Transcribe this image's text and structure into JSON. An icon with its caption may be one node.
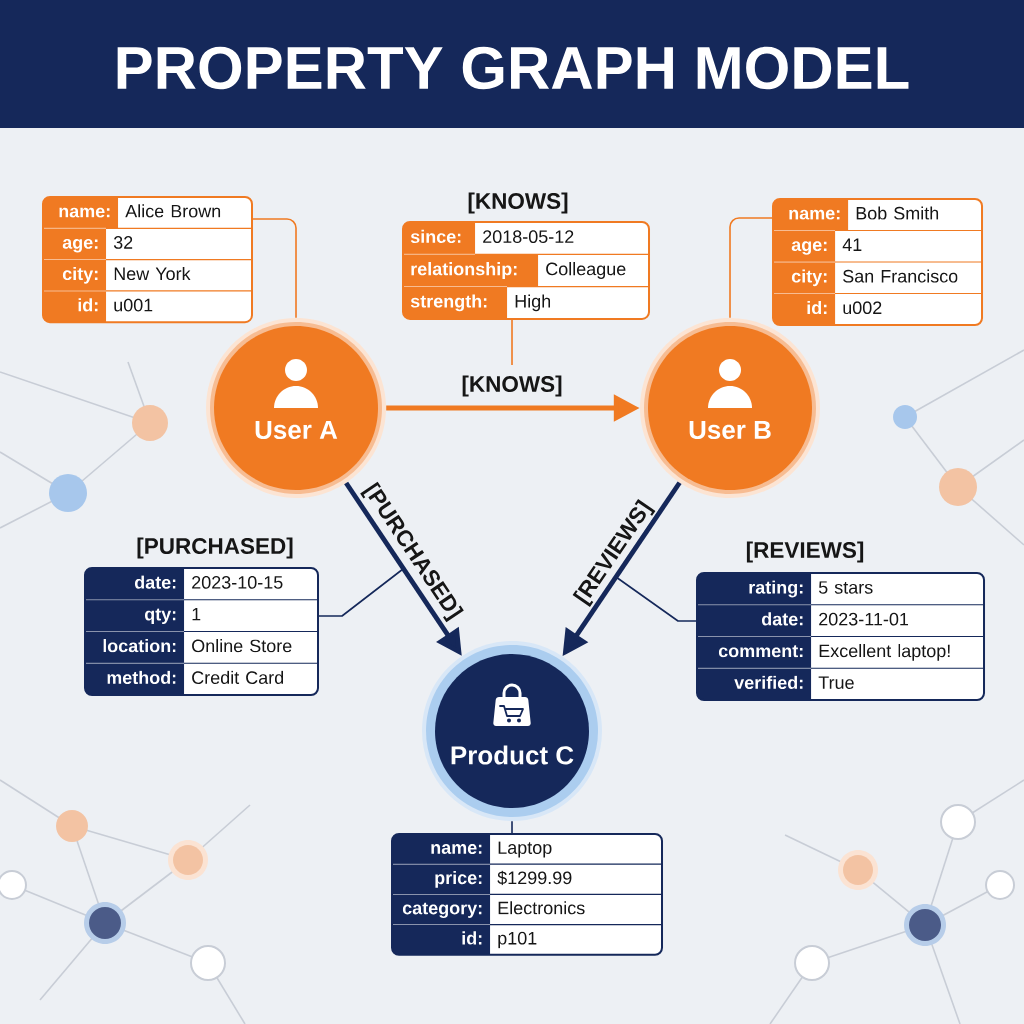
{
  "diagram": {
    "title": "PROPERTY GRAPH MODEL",
    "nodes": [
      {
        "text": [
          "name:",
          "Alice Brown",
          "age:",
          "32",
          "city:",
          "New York",
          "id:",
          "u001"
        ]
      },
      {
        "text": [
          "[KNOWS]",
          "since:",
          "2018-05-12",
          "relationship:",
          "Colleague",
          "strength:",
          "High"
        ]
      },
      {
        "text": [
          "name:",
          "Bob Smith",
          "age:",
          "41",
          "city:",
          "San Francisco",
          "id:",
          "u002"
        ]
      },
      {
        "text": [
          "User A"
        ]
      },
      {
        "text": [
          "User B"
        ]
      },
      {
        "text": [
          "[PURCHASED]",
          "date:",
          "2023-10-15",
          "qty:",
          "1",
          "location:",
          "Online Store",
          "method:",
          "Credit Card"
        ]
      },
      {
        "text": [
          "[REVIEWS]",
          "rating:",
          "5 stars",
          "date:",
          "2023-11-01",
          "comment:",
          "Excellent laptop!",
          "verified:",
          "True"
        ]
      },
      {
        "text": [
          "Product C"
        ]
      },
      {
        "text": [
          "name:",
          "Laptop",
          "price:",
          "$1299.99",
          "category:",
          "Electronics",
          "id:",
          "p101"
        ]
      }
    ],
    "edges": [
      {
        "from": 3,
        "to": 4,
        "arrow": "to",
        "label": "[KNOWS]",
        "style": "thick",
        "color": "#f07a22"
      },
      {
        "from": 3,
        "to": 7,
        "arrow": "to",
        "label": "[PURCHASED]",
        "style": "thick"
      },
      {
        "from": 4,
        "to": 7,
        "arrow": "to",
        "label": "[REVIEWS]",
        "style": "thick"
      },
      {
        "from": 0,
        "to": 3,
        "arrow": "none",
        "color": "#f07a22"
      },
      {
        "from": 1,
        "to": null,
        "arrow": "none",
        "color": "#f07a22"
      },
      {
        "from": 2,
        "to": 4,
        "arrow": "none",
        "color": "#f07a22"
      },
      {
        "from": 5,
        "to": null,
        "arrow": "none"
      },
      {
        "from": 6,
        "to": null,
        "arrow": "none"
      },
      {
        "from": 8,
        "to": 7,
        "arrow": "none"
      }
    ]
  }
}
